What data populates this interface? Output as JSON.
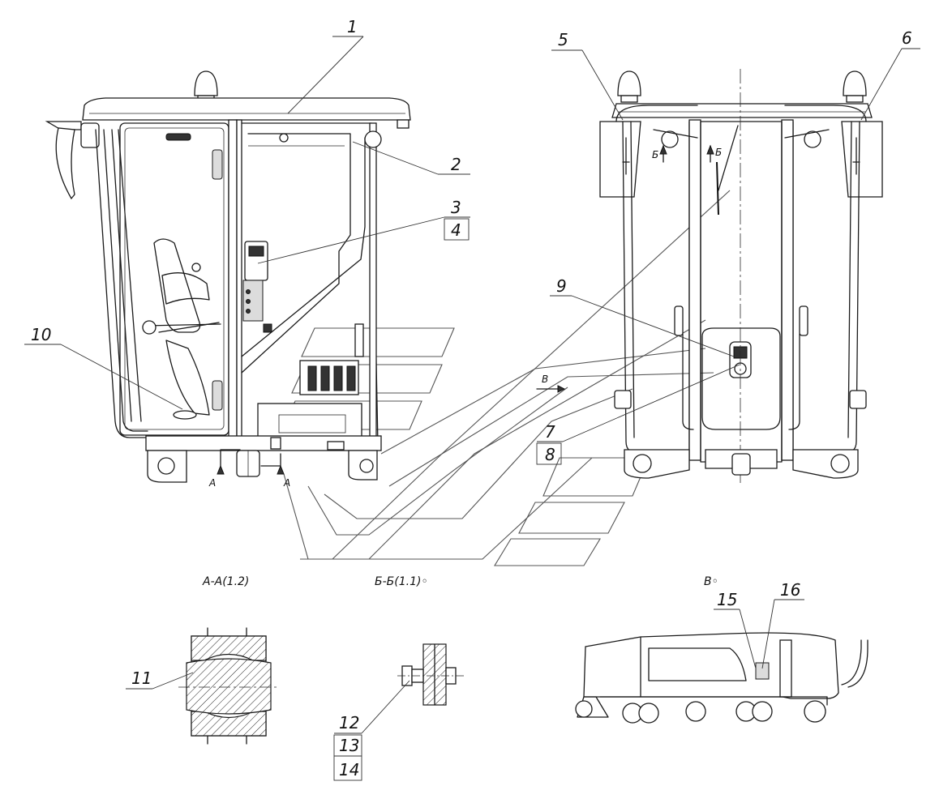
{
  "callouts": {
    "c1": "1",
    "c2": "2",
    "c3": "3",
    "c4": "4",
    "c5": "5",
    "c6": "6",
    "c7": "7",
    "c8": "8",
    "c9": "9",
    "c10": "10",
    "c11": "11",
    "c12": "12",
    "c13": "13",
    "c14": "14",
    "c15": "15",
    "c16": "16"
  },
  "section_marks": {
    "a_left": "А",
    "a_right": "А",
    "b_left": "Б",
    "b_right": "Б",
    "v_arrow": "В"
  },
  "section_titles": {
    "section_a": "А-А(1.2)",
    "section_b": "Б-Б(1.1)◦",
    "view_v": "В◦"
  }
}
